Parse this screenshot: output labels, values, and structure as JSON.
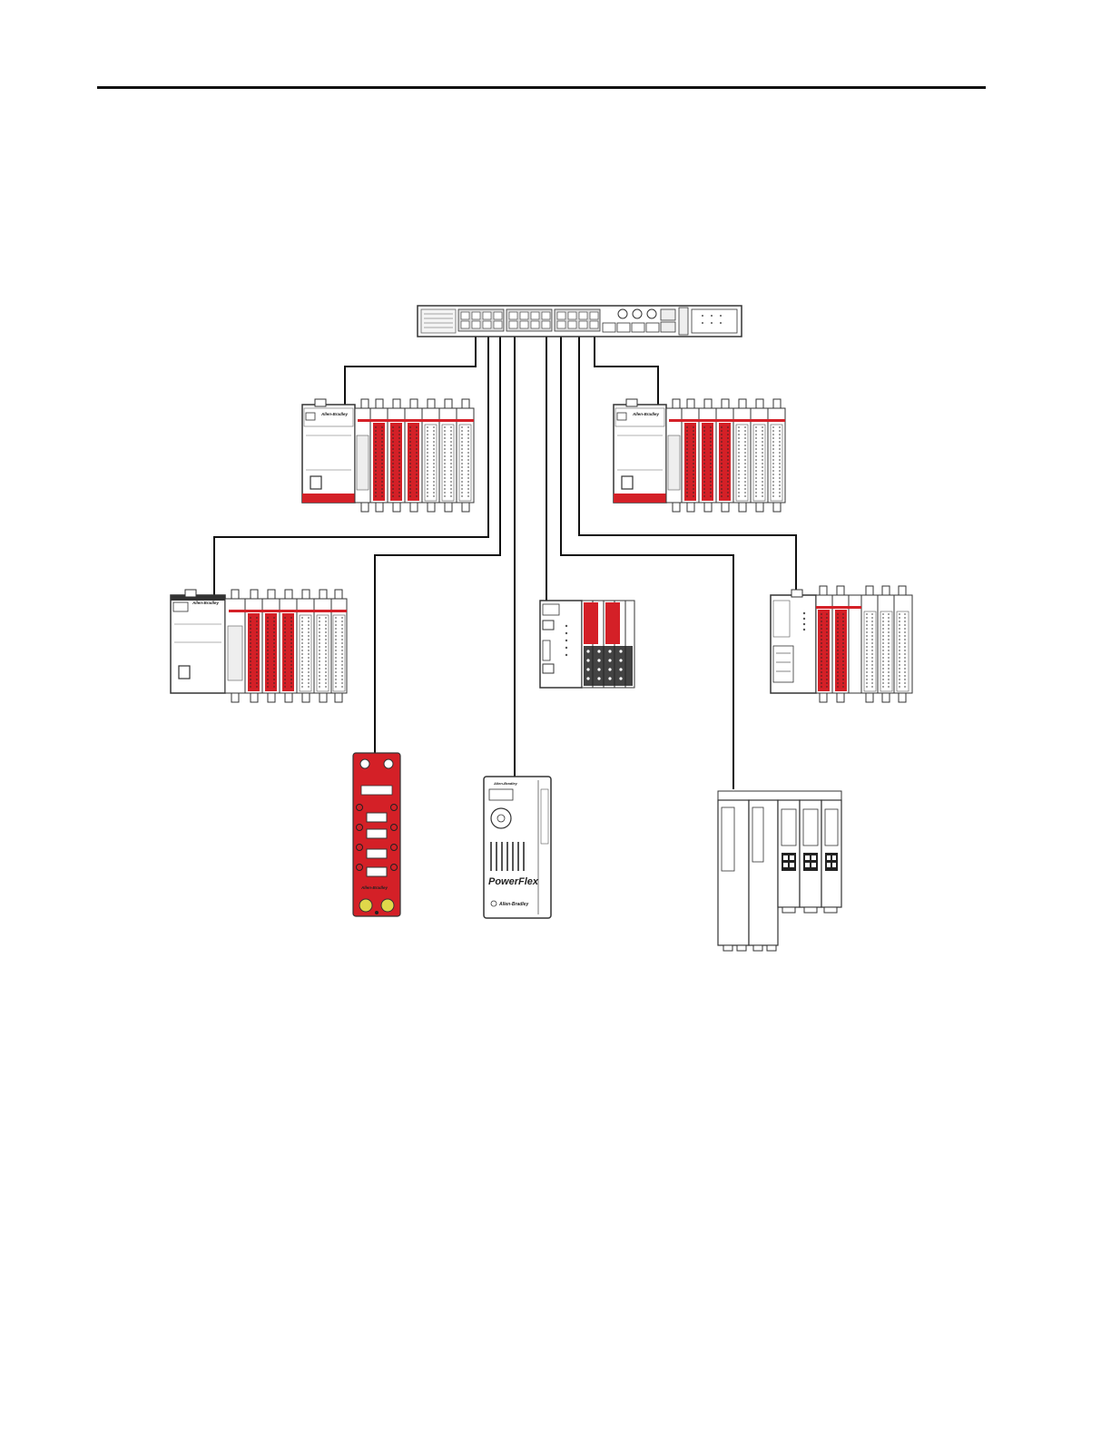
{
  "page": {
    "has_top_rule": true
  },
  "colors": {
    "line": "#111111",
    "accent": "#d42027",
    "device_fill": "#ffffff",
    "device_stroke": "#333333",
    "port_fill": "#e6e6e6"
  },
  "switch": {
    "icon": "ethernet-switch-icon"
  },
  "devices": {
    "controller_top_left": {
      "icon": "compactlogix-controller-icon",
      "brand": "Allen-Bradley"
    },
    "controller_top_right": {
      "icon": "compactlogix-controller-icon",
      "brand": "Allen-Bradley"
    },
    "controller_mid_left": {
      "icon": "compactlogix-controller-icon",
      "brand": "Allen-Bradley"
    },
    "point_io": {
      "icon": "point-io-adapter-icon"
    },
    "controller_mid_right": {
      "icon": "compact-io-adapter-icon"
    },
    "armorblock": {
      "icon": "armorblock-io-icon",
      "brand": "Allen-Bradley"
    },
    "powerflex": {
      "icon": "powerflex-drive-icon",
      "logo": "PowerFlex",
      "brand": "Allen-Bradley"
    },
    "servo_drives": {
      "icon": "servo-drive-system-icon"
    }
  }
}
